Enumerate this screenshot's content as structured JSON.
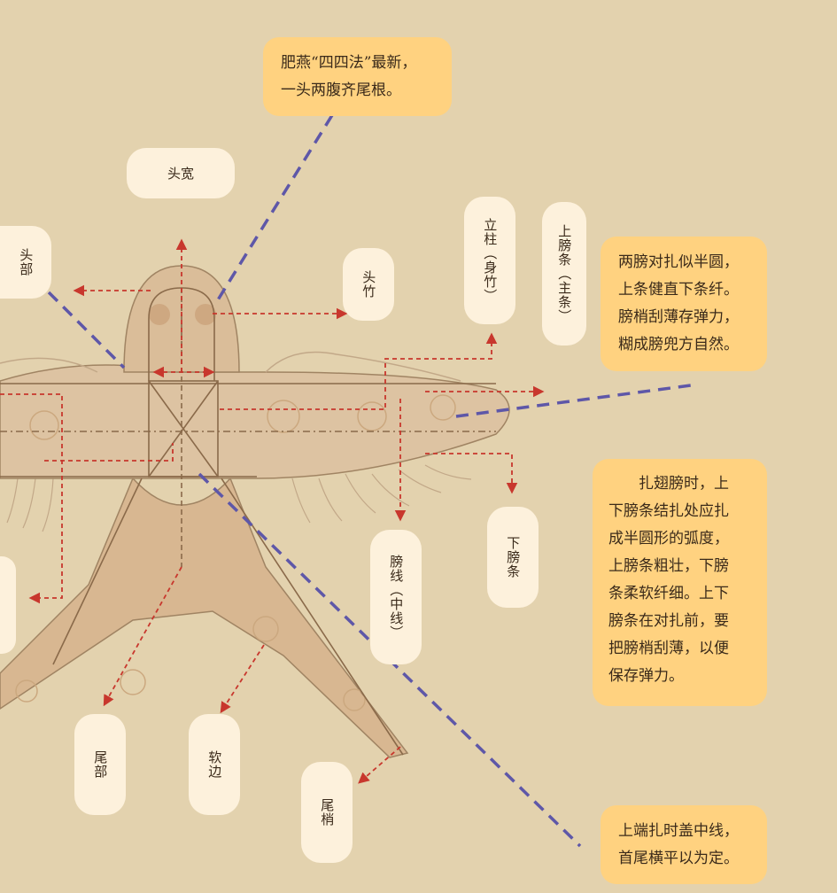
{
  "colors": {
    "background": "#e3d2ae",
    "label_bg": "#fdf1dc",
    "note_bg": "#ffd280",
    "arrow_red": "#c8372d",
    "dash_purple": "#5e57a8",
    "kite_fill": "#d9b793",
    "kite_frame": "#8a6a4a"
  },
  "labels": {
    "head_width": "头宽",
    "head": "头部",
    "head_bamboo": "头竹",
    "pillar": "立柱（身竹）",
    "upper_wing_bar": "上膀条（主条）",
    "lower_wing_bar": "下膀条",
    "wing_line": "膀线（中线）",
    "tail": "尾部",
    "soft_edge": "软边",
    "tail_tip": "尾梢"
  },
  "notes": {
    "top": "肥燕“四四法”最新，\n一头两腹齐尾根。",
    "wings": "两膀对扎似半圆，\n上条健直下条纤。\n膀梢刮薄存弹力，\n糊成膀兜方自然。",
    "tying": "　　扎翅膀时，上\n下膀条结扎处应扎\n成半圆形的弧度，\n上膀条粗壮，下膀\n条柔软纤细。上下\n膀条在对扎前，要\n把膀梢刮薄，以便\n保存弹力。",
    "bottom": "上端扎时盖中线，\n首尾横平以为定。"
  },
  "icons": [
    "swallow-kite-icon",
    "arrow-icon",
    "dashed-pointer-icon"
  ]
}
